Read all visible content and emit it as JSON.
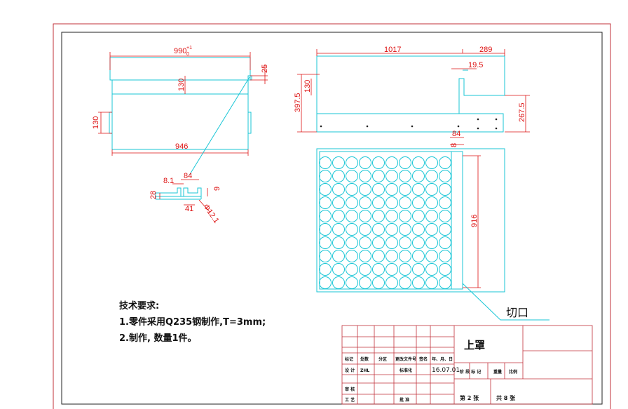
{
  "drawing": {
    "part_name": "上罩",
    "cut_label": "切口",
    "notes": {
      "heading": "技术要求:",
      "line1": "1.零件采用Q235钢制作,T=3mm;",
      "line2": "2.制作, 数量1件。"
    },
    "dimensions": {
      "width_top": "990",
      "tol_upper": "+1",
      "tol_lower": "0",
      "d25": "25",
      "d130_left_inner": "130",
      "d130_left_outer": "130",
      "d946": "946",
      "d1017": "1017",
      "d289": "289",
      "d19_5": "19.5",
      "d130_right": "130",
      "d397_5": "397.5",
      "d267_5": "267.5",
      "d84_right": "84",
      "d8": "8",
      "d916": "916",
      "d8_1": "8.1",
      "d84_detail": "84",
      "d28": "28",
      "d9": "9",
      "d41": "41",
      "dia12_1": "Φ12.1"
    },
    "title_block": {
      "headers": [
        "标记",
        "处数",
        "分区",
        "更改文件号",
        "签名",
        "年、月、日"
      ],
      "design": "设 计",
      "designer_sig": "ZHL",
      "standardize": "标准化",
      "date": "16.07.01",
      "stage_mark": "阶 段 标 记",
      "weight": "重量",
      "scale": "比例",
      "review": "审 核",
      "process": "工 艺",
      "approve": "批 准",
      "sheet_no": "第 2 张",
      "sheet_total": "共 8 张"
    }
  }
}
